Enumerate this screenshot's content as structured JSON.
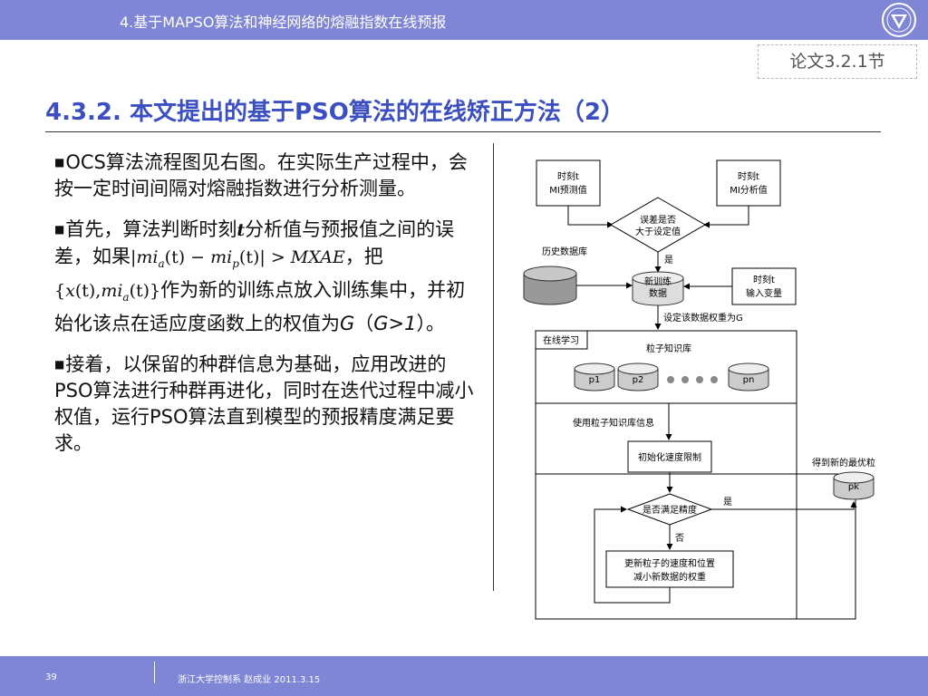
{
  "header": {
    "title": "4.基于MAPSO算法和神经网络的熔融指数在线预报",
    "logo_icon": "university-emblem-icon"
  },
  "section_ref": "论文3.2.1节",
  "slide_title": "4.3.2. 本文提出的基于PSO算法的在线矫正方法（2）",
  "body": {
    "p1": "OCS算法流程图见右图。在实际生产过程中，会按一定时间间隔对熔融指数进行分析测量。",
    "p2": {
      "a": "首先，算法判断时刻",
      "t": "t",
      "b": "分析值与预报值之间的误差，如果",
      "mi_a": "mi",
      "sub_a": "a",
      "t_arg": "(t)",
      "minus": " − ",
      "mi_p": "mi",
      "sub_p": "p",
      "t_arg2": "(t)",
      "gt": " >",
      "mxae": "MXAE",
      "c": "，把",
      "set_open": "{",
      "x": "x",
      "t_arg3": "(t),",
      "mi_a2": "mi",
      "sub_a2": "a",
      "t_arg4": "(t)",
      "set_close": "}",
      "d": "作为新的训练点放入训练集中，并初始化该点在适应度函数上的权值为",
      "g": "G",
      "paren_open": "（",
      "gcond": "G>1",
      "paren_close": "）。"
    },
    "p3": "接着，以保留的种群信息为基础，应用改进的PSO算法进行种群再进化，同时在迭代过程中减小权值，运行PSO算法直到模型的预报精度满足要求。",
    "bullet": "■"
  },
  "flowchart": {
    "box_pred_l1": "时刻t",
    "box_pred_l2": "MI预测值",
    "box_anal_l1": "时刻t",
    "box_anal_l2": "MI分析值",
    "diamond1_l1": "误差是否",
    "diamond1_l2": "大于设定值",
    "history_db": "历史数据库",
    "yes1": "是",
    "new_train_l1": "新训练",
    "new_train_l2": "数据",
    "input_l1": "时刻t",
    "input_l2": "输入变量",
    "set_weight": "设定该数据权重为G",
    "online_learning": "在线学习",
    "particle_db": "粒子知识库",
    "p1": "p1",
    "p2": "p2",
    "pn": "pn",
    "use_particle": "使用粒子知识库信息",
    "init_speed": "初始化速度限制",
    "get_best": "得到新的最优粒",
    "pk": "pk",
    "diamond2": "是否满足精度",
    "yes2": "是",
    "no": "否",
    "update_l1": "更新粒子的速度和位置",
    "update_l2": "减小新数据的权重"
  },
  "footer": {
    "page": "39",
    "info": "浙江大学控制系 赵成业 2011.3.15"
  }
}
